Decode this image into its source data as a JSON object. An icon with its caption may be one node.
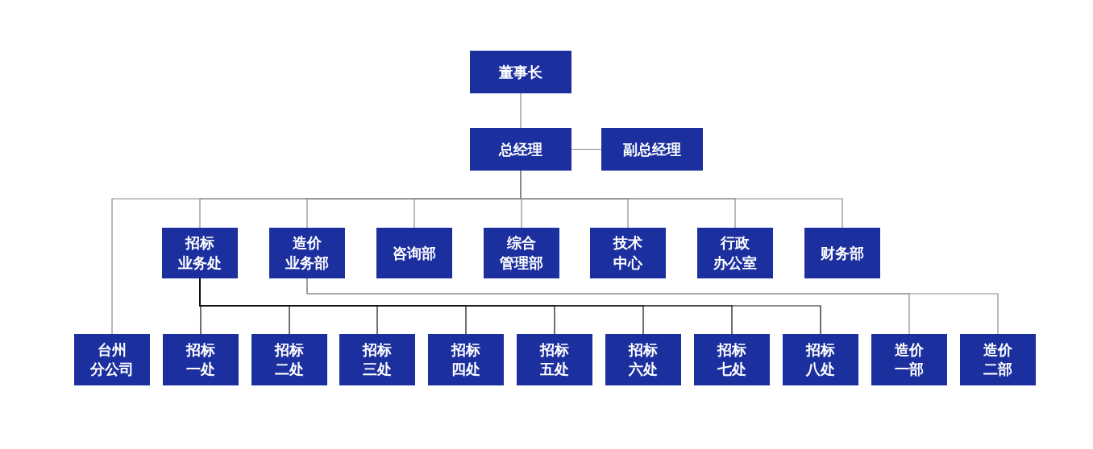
{
  "diagram": {
    "nodes": [
      {
        "text": [
          "董事长"
        ]
      },
      {
        "text": [
          "总经理"
        ]
      },
      {
        "text": [
          "副总经理"
        ]
      },
      {
        "text": [
          "招标业务处"
        ]
      },
      {
        "text": [
          "造价业务部"
        ]
      },
      {
        "text": [
          "咨询部"
        ]
      },
      {
        "text": [
          "综合管理部"
        ]
      },
      {
        "text": [
          "技术中心"
        ]
      },
      {
        "text": [
          "行政办公室"
        ]
      },
      {
        "text": [
          "财务部"
        ]
      },
      {
        "text": [
          "台州分公司"
        ]
      },
      {
        "text": [
          "招标一处"
        ]
      },
      {
        "text": [
          "招标二处"
        ]
      },
      {
        "text": [
          "招标三处"
        ]
      },
      {
        "text": [
          "招标四处"
        ]
      },
      {
        "text": [
          "招标五处"
        ]
      },
      {
        "text": [
          "招标六处"
        ]
      },
      {
        "text": [
          "招标七处"
        ]
      },
      {
        "text": [
          "招标八处"
        ]
      },
      {
        "text": [
          "造价一部"
        ]
      },
      {
        "text": [
          "造价二部"
        ]
      }
    ],
    "edges": [
      {
        "from": 0,
        "to": 1,
        "arrow": "none"
      },
      {
        "from": 1,
        "to": 2,
        "arrow": "none"
      },
      {
        "from": 1,
        "to": 10,
        "arrow": "none"
      },
      {
        "from": 1,
        "to": 3,
        "arrow": "none"
      },
      {
        "from": 1,
        "to": 4,
        "arrow": "none"
      },
      {
        "from": 1,
        "to": 5,
        "arrow": "none"
      },
      {
        "from": 1,
        "to": 6,
        "arrow": "none"
      },
      {
        "from": 1,
        "to": 7,
        "arrow": "none"
      },
      {
        "from": 1,
        "to": 8,
        "arrow": "none"
      },
      {
        "from": 1,
        "to": 9,
        "arrow": "none"
      },
      {
        "from": 3,
        "to": 11,
        "arrow": "none",
        "color": "#111111"
      },
      {
        "from": 3,
        "to": 12,
        "arrow": "none",
        "color": "#111111"
      },
      {
        "from": 3,
        "to": 13,
        "arrow": "none",
        "color": "#111111"
      },
      {
        "from": 3,
        "to": 14,
        "arrow": "none",
        "color": "#111111"
      },
      {
        "from": 3,
        "to": 15,
        "arrow": "none",
        "color": "#111111"
      },
      {
        "from": 3,
        "to": 16,
        "arrow": "none",
        "color": "#111111"
      },
      {
        "from": 3,
        "to": 17,
        "arrow": "none",
        "color": "#111111"
      },
      {
        "from": 3,
        "to": 18,
        "arrow": "none",
        "color": "#111111"
      },
      {
        "from": 4,
        "to": 19,
        "arrow": "none"
      },
      {
        "from": 4,
        "to": 20,
        "arrow": "none"
      }
    ]
  }
}
